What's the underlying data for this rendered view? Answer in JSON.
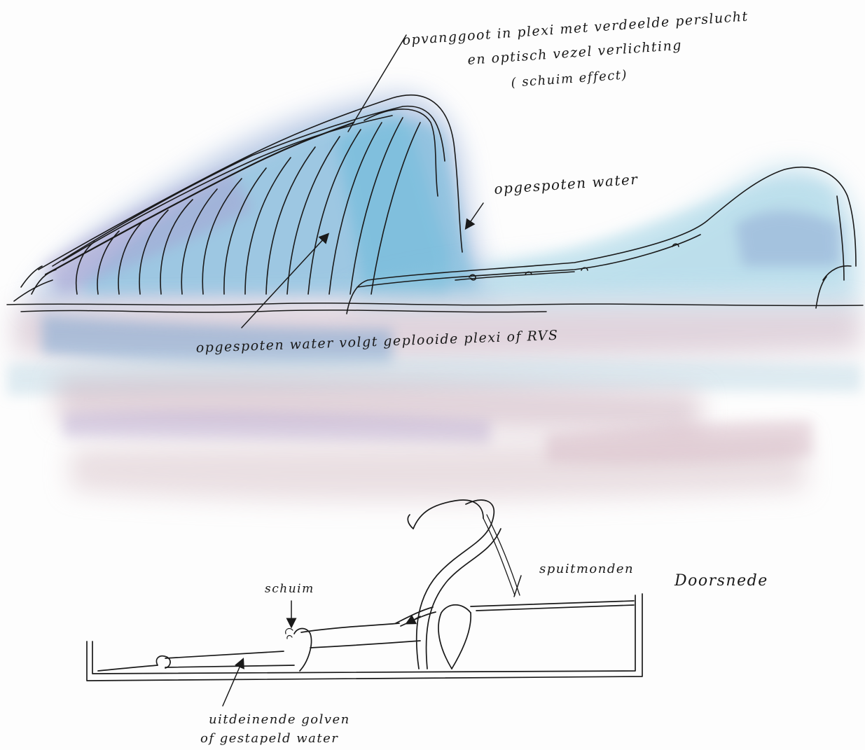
{
  "annotations": {
    "opvanggoot_line1": "opvanggoot in plexi met verdeelde perslucht",
    "opvanggoot_line2": "en optisch vezel verlichting",
    "opvanggoot_line3": "( schuim effect)",
    "opgespoten_water": "opgespoten water",
    "opgespoten_volgt": "opgespoten water volgt geplooide plexi of RVS",
    "schuim": "schuim",
    "spuitmonden": "spuitmonden",
    "doorsnede": "Doorsnede",
    "uitdeinende_line1": "uitdeinende golven",
    "uitdeinende_line2": "of gestapeld water"
  },
  "colors": {
    "ink": "#1a1a1a",
    "wash_blue": "#6fa8cf",
    "wash_cyan": "#8fd0e6",
    "wash_purple": "#9c8fc2",
    "wash_pink": "#d9bfc6"
  }
}
